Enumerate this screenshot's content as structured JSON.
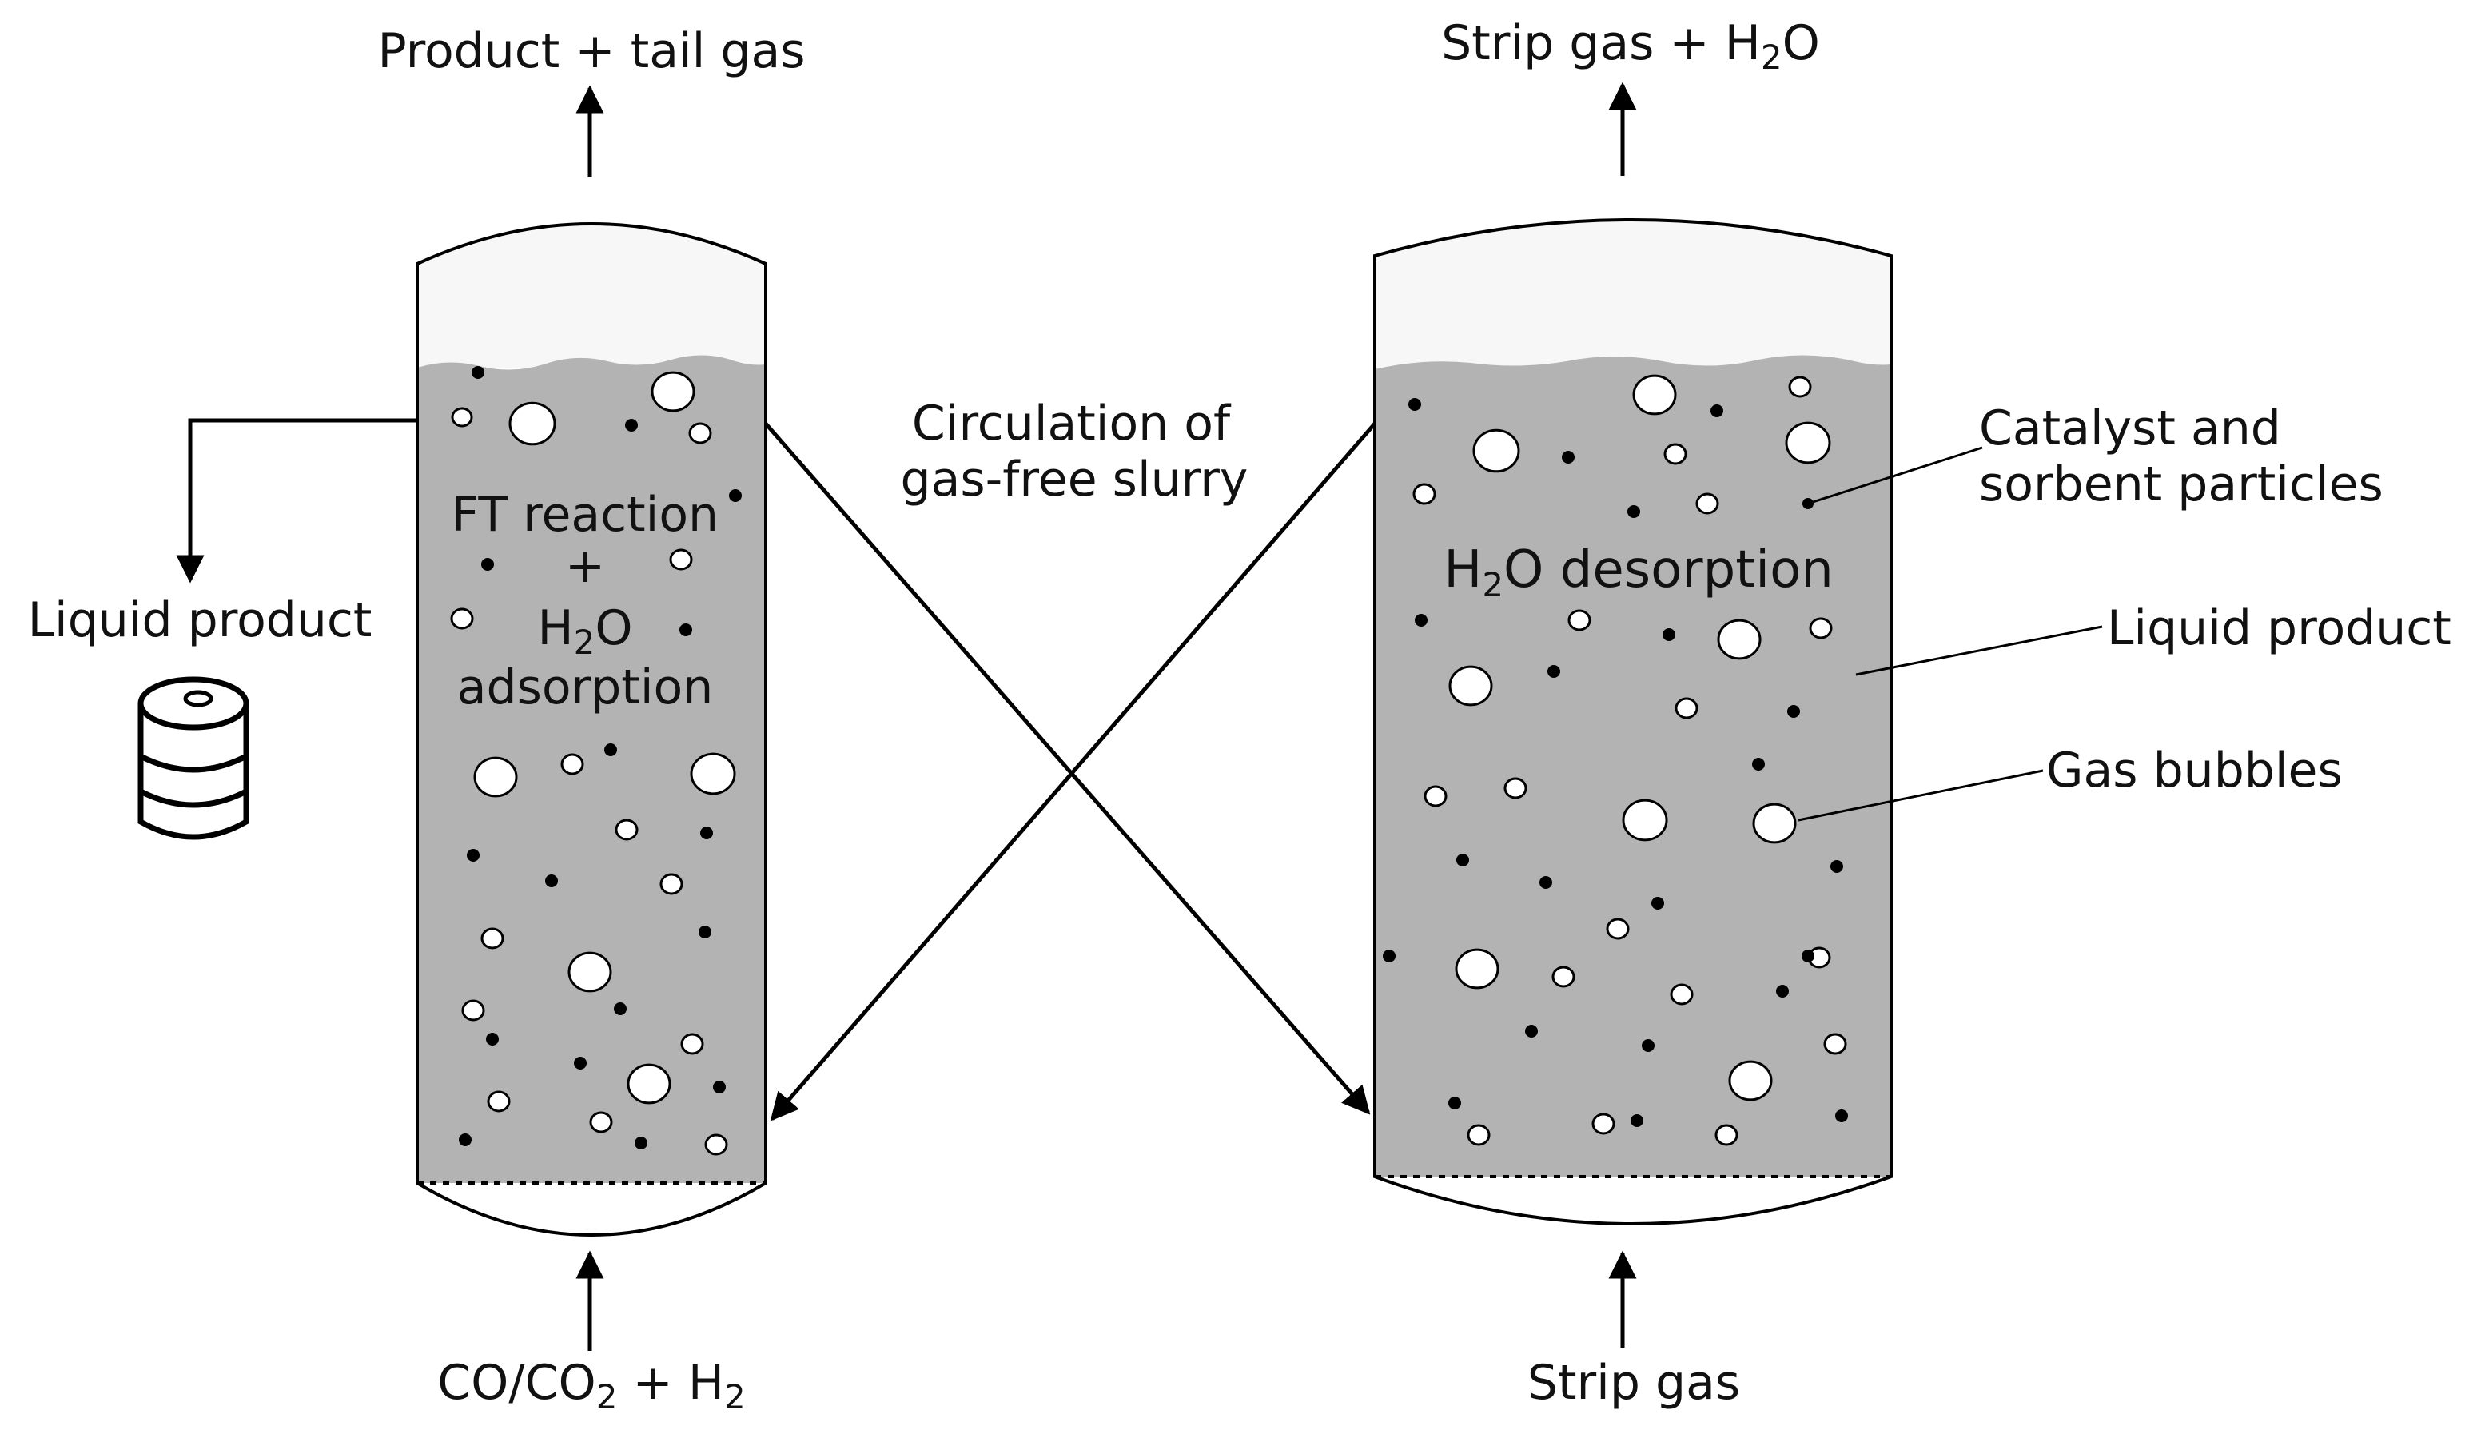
{
  "colors": {
    "slurry": "#b3b3b3",
    "vessel_top": "#f7f7f7",
    "outline": "#000000",
    "bubble": "#ffffff",
    "particle": "#000000"
  },
  "left_reactor": {
    "top_label": "Product + tail gas",
    "inside_line1": "FT reaction",
    "inside_line2": "+",
    "inside_line3_main": "H",
    "inside_line3_sub": "2",
    "inside_line3_tail": "O",
    "inside_line4": "adsorption",
    "bottom_label_a": "CO/CO",
    "bottom_label_sub": "2",
    "bottom_label_b": " + H",
    "bottom_label_sub2": "2",
    "side_label": "Liquid product",
    "product_icon": "oil-barrel-icon"
  },
  "right_reactor": {
    "top_label_main": "Strip gas + H",
    "top_label_sub": "2",
    "top_label_tail": "O",
    "inside_main": "H",
    "inside_sub": "2",
    "inside_tail": "O desorption",
    "bottom_label": "Strip gas"
  },
  "middle": {
    "line1": "Circulation of",
    "line2": "gas-free slurry"
  },
  "legend": {
    "catalyst_line1": "Catalyst and",
    "catalyst_line2": "sorbent particles",
    "liquid": "Liquid product",
    "bubbles": "Gas bubbles"
  }
}
